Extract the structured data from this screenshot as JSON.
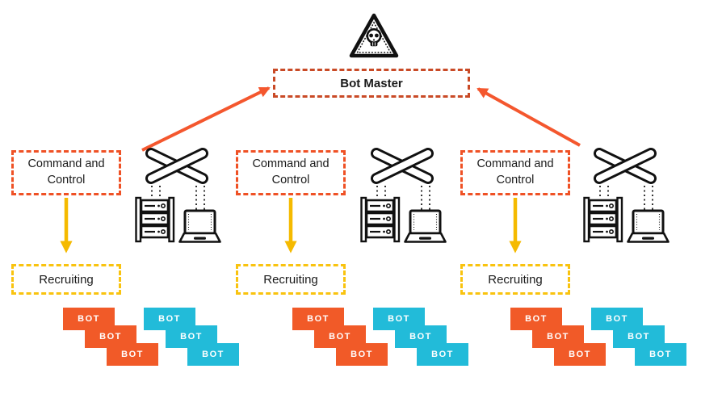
{
  "colors": {
    "bot_master_border": "#C94A26",
    "cnc_border": "#EF5125",
    "arrow_orange": "#F4572E",
    "recruiting_border": "#F9C30F",
    "arrow_yellow": "#F5BA00",
    "bot_orange": "#F15A28",
    "bot_cyan": "#22BBD9",
    "icon_ink": "#111111",
    "text": "#1A1A1A"
  },
  "icons": {
    "hazard": "skull-warning-triangle-icon",
    "switch": "network-switch-x-icon",
    "server": "server-rack-icon",
    "laptop": "laptop-icon"
  },
  "bot_master": {
    "label": "Bot Master"
  },
  "groups": [
    {
      "command_control_label": "Command and Control",
      "recruiting_label": "Recruiting",
      "bots": [
        "BOT",
        "BOT",
        "BOT",
        "BOT",
        "BOT",
        "BOT"
      ]
    },
    {
      "command_control_label": "Command and Control",
      "recruiting_label": "Recruiting",
      "bots": [
        "BOT",
        "BOT",
        "BOT",
        "BOT",
        "BOT",
        "BOT"
      ]
    },
    {
      "command_control_label": "Command and Control",
      "recruiting_label": "Recruiting",
      "bots": [
        "BOT",
        "BOT",
        "BOT",
        "BOT",
        "BOT",
        "BOT"
      ]
    }
  ]
}
